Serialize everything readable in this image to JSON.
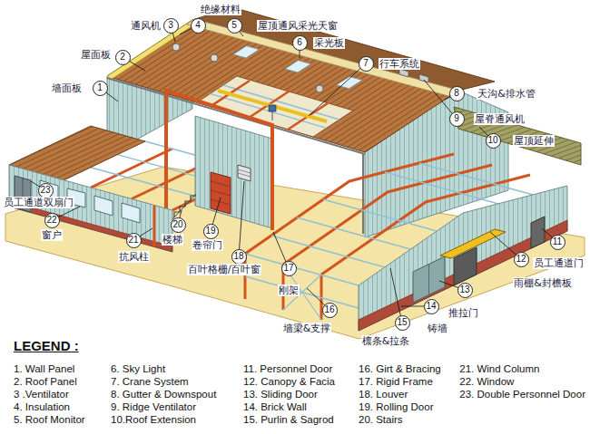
{
  "diagram": {
    "nodes": [
      {
        "text": [
          "1",
          "墙面板"
        ]
      },
      {
        "text": [
          "2",
          "屋面板"
        ]
      },
      {
        "text": [
          "3",
          "通风机"
        ]
      },
      {
        "text": [
          "4",
          "绝缘材料"
        ]
      },
      {
        "text": [
          "5",
          "屋顶通风采光天窗"
        ]
      },
      {
        "text": [
          "6",
          "采光板"
        ]
      },
      {
        "text": [
          "7",
          "行车系统"
        ]
      },
      {
        "text": [
          "8",
          "天沟&排水管"
        ]
      },
      {
        "text": [
          "9",
          "屋脊通风机"
        ]
      },
      {
        "text": [
          "10",
          "屋顶延伸"
        ]
      },
      {
        "text": [
          "11",
          "员工通道门"
        ]
      },
      {
        "text": [
          "12",
          "雨棚&封檐板"
        ]
      },
      {
        "text": [
          "13",
          "推拉门"
        ]
      },
      {
        "text": [
          "14",
          "铸墙"
        ]
      },
      {
        "text": [
          "15",
          "檩条&拉条"
        ]
      },
      {
        "text": [
          "16",
          "墙梁&支撑"
        ]
      },
      {
        "text": [
          "17",
          "刚架"
        ]
      },
      {
        "text": [
          "18",
          "百叶格栅/百叶窗"
        ]
      },
      {
        "text": [
          "19",
          "卷帘门"
        ]
      },
      {
        "text": [
          "20",
          "楼梯"
        ]
      },
      {
        "text": [
          "21",
          "抗风柱"
        ]
      },
      {
        "text": [
          "22",
          "窗户"
        ]
      },
      {
        "text": [
          "23",
          "员工通道双扇门"
        ]
      }
    ],
    "labels": [
      "LEGEND :"
    ],
    "legend": [
      {
        "text": "1. Wall Panel"
      },
      {
        "text": "2. Roof Panel"
      },
      {
        "text": "3 .Ventilator"
      },
      {
        "text": "4. Insulation"
      },
      {
        "text": "5. Roof Monitor"
      },
      {
        "text": "6. Sky Light"
      },
      {
        "text": "7. Crane System"
      },
      {
        "text": "8. Gutter & Downspout"
      },
      {
        "text": "9. Ridge Ventilator"
      },
      {
        "text": "10.Roof Extension"
      },
      {
        "text": "11. Personnel Door"
      },
      {
        "text": "12. Canopy & Facia"
      },
      {
        "text": "13. Sliding Door"
      },
      {
        "text": "14. Brick Wall"
      },
      {
        "text": "15. Purlin & Sagrod"
      },
      {
        "text": "16. Girt & Bracing"
      },
      {
        "text": "17. Rigid Frame"
      },
      {
        "text": "18. Louver"
      },
      {
        "text": "19. Rolling Door"
      },
      {
        "text": "20. Stairs"
      },
      {
        "text": "21. Wind Column"
      },
      {
        "text": "22. Window"
      },
      {
        "text": "23. Double Personnel Door"
      }
    ]
  }
}
